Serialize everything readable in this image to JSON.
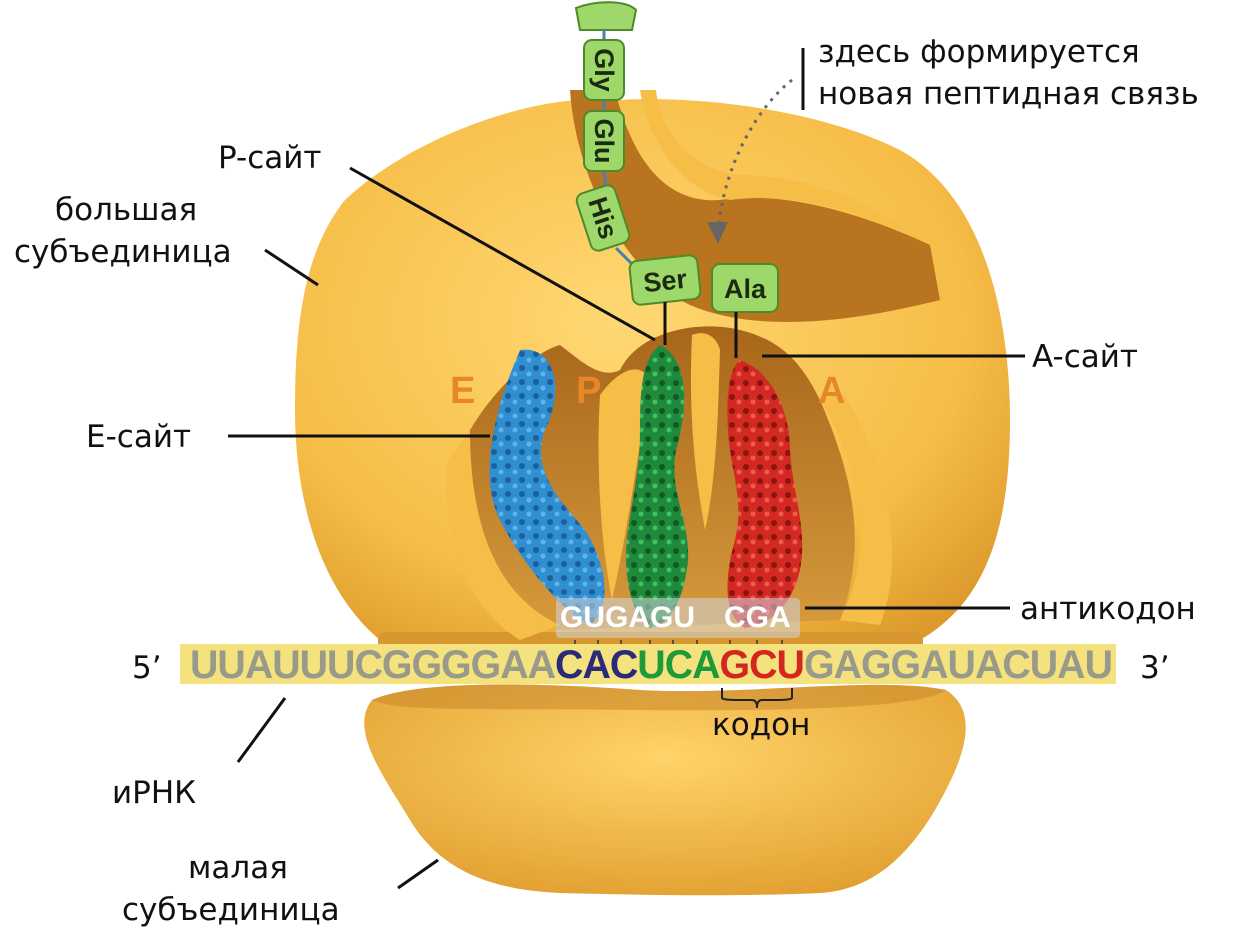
{
  "labels": {
    "peptide_bond_line1": "здесь формируется",
    "peptide_bond_line2": "новая пептидная связь",
    "p_site": "P-сайт",
    "large_subunit_line1": "большая",
    "large_subunit_line2": "субъединица",
    "a_site": "A-сайт",
    "e_site": "E-сайт",
    "anticodon": "антикодон",
    "codon": "кодон",
    "mrna": "иРНК",
    "small_subunit_line1": "малая",
    "small_subunit_line2": "субъединица",
    "five_prime": "5’",
    "three_prime": "3’"
  },
  "site_letters": {
    "e": "E",
    "p": "P",
    "a": "A"
  },
  "amino_acids": [
    "Gly",
    "Glu",
    "His",
    "Ser",
    "Ala"
  ],
  "mrna_segments": [
    {
      "text": "UUAUUUCGGGGAA",
      "color": "#9a9a8a"
    },
    {
      "text": "CAC",
      "color": "#2b2a78"
    },
    {
      "text": "UCA",
      "color": "#1f9a3a"
    },
    {
      "text": "GCU",
      "color": "#d3261f"
    },
    {
      "text": "GAGGAUACUAU",
      "color": "#9a9a8a"
    }
  ],
  "anticodons": {
    "e_p": "GUGAGU",
    "a": "CGA"
  },
  "colors": {
    "ribosome": "#f8c24e",
    "ribosome_shadow": "#c98a2a",
    "tunnel": "#b8741e",
    "mrna_band": "#f3e27d",
    "trna_e": "#2f8fd0",
    "trna_p": "#1f8a3c",
    "trna_a": "#d22a22",
    "amino_acid": "#9ed86a",
    "site_letter": "#e8862a"
  }
}
